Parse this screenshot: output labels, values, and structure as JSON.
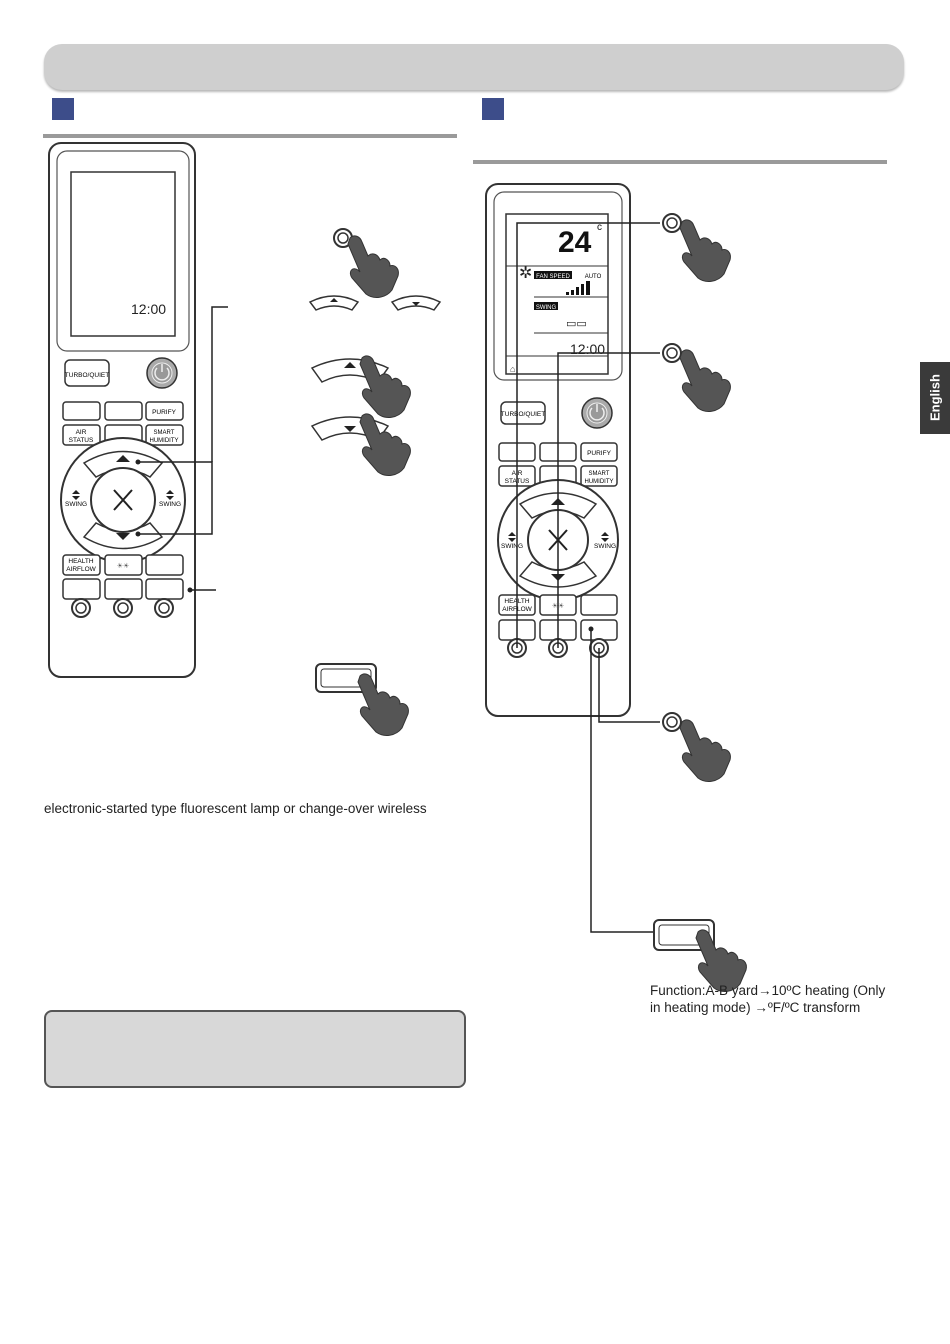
{
  "language_tab": "English",
  "remote_left": {
    "screen_time": "12:00",
    "buttons": {
      "turbo_quiet": "TURBO/QUIET",
      "purify": "PURIFY",
      "air_status": [
        "AIR",
        "STATUS"
      ],
      "smart_humidity": [
        "SMART",
        "HUMIDITY"
      ],
      "swing_left": "SWING",
      "swing_right": "SWING",
      "health_airflow": [
        "HEALTH",
        "AIRFLOW"
      ]
    }
  },
  "remote_right": {
    "temperature": "24",
    "temp_unit": "c",
    "fan_speed_label": "FAN SPEED",
    "fan_mode": "AUTO",
    "swing_label": "SWING",
    "screen_time": "12:00",
    "buttons": {
      "turbo_quiet": "TURBO/QUIET",
      "purify": "PURIFY",
      "air_status": [
        "AIR",
        "STATUS"
      ],
      "smart_humidity": [
        "SMART",
        "HUMIDITY"
      ],
      "swing_left": "SWING",
      "swing_right": "SWING",
      "health_airflow": [
        "HEALTH",
        "AIRFLOW"
      ]
    }
  },
  "text": {
    "lamp_note": "electronic-started type fluorescent lamp or change-over wireless",
    "function_line1": "Function:A-B yard→10ºC heating (Only",
    "function_line2": "in heating mode) →ºF/ºC transform"
  }
}
